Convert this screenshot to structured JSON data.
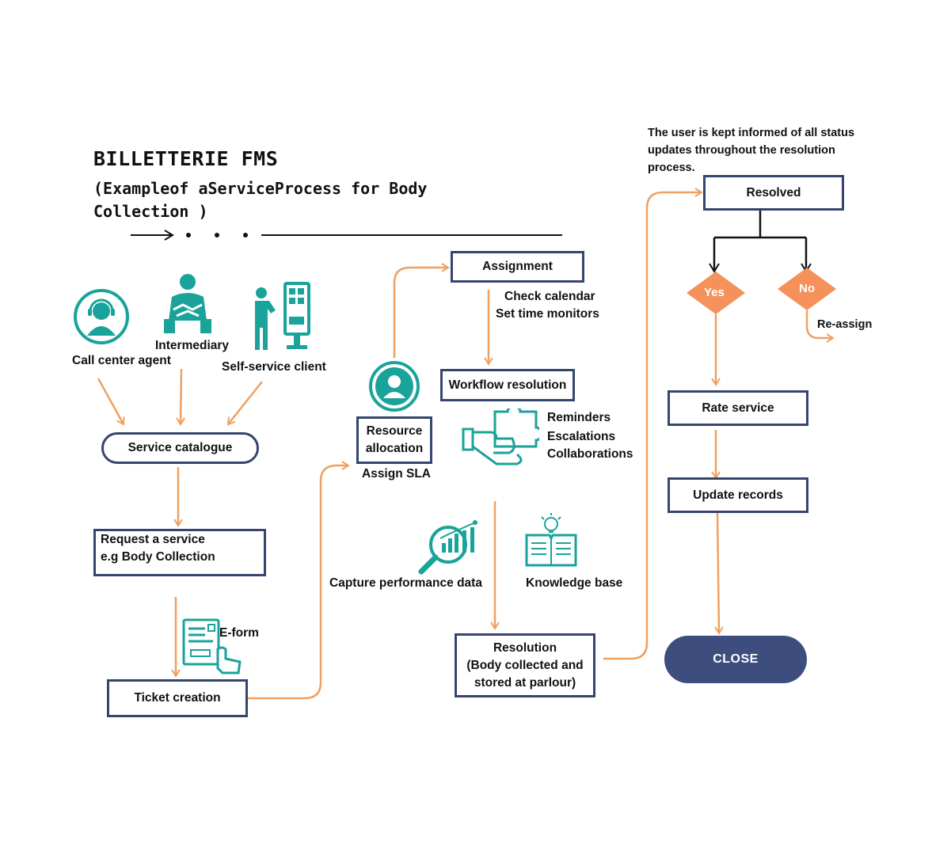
{
  "header": {
    "title": "BILLETTERIE FMS",
    "subtitle": "(Exampleof aServiceProcess for Body Collection )"
  },
  "actors": {
    "call_center": "Call center agent",
    "intermediary": "Intermediary",
    "self_service": "Self-service client"
  },
  "nodes": {
    "service_catalogue": "Service catalogue",
    "request_line1": "Request a service",
    "request_line2": "e.g Body Collection",
    "eform": "E-form",
    "ticket_creation": "Ticket creation",
    "resource_line1": "Resource",
    "resource_line2": "allocation",
    "assign_sla": "Assign SLA",
    "assignment": "Assignment",
    "check_calendar": "Check calendar",
    "set_time_monitors": "Set time monitors",
    "workflow_resolution": "Workflow resolution",
    "reminders": "Reminders",
    "escalations": "Escalations",
    "collaborations": "Collaborations",
    "capture_performance": "Capture performance data",
    "knowledge_base": "Knowledge base",
    "resolution_line1": "Resolution",
    "resolution_line2": "(Body collected and",
    "resolution_line3": "stored at parlour)",
    "status_note": "The user is kept informed of all status updates throughout the resolution process.",
    "resolved": "Resolved",
    "yes": "Yes",
    "no": "No",
    "reassign": "Re-assign",
    "rate_service": "Rate service",
    "update_records": "Update records",
    "close": "CLOSE"
  },
  "colors": {
    "box_border": "#34456e",
    "arrow": "#f0a060",
    "teal": "#1aa39a",
    "diamond": "#f5915a",
    "close_bg": "#3d4e7e"
  },
  "icons": [
    "headset-agent-icon",
    "handshake-icon",
    "kiosk-icon",
    "eform-icon",
    "user-avatar-icon",
    "puzzle-hand-icon",
    "analytics-magnifier-icon",
    "book-lightbulb-icon"
  ]
}
